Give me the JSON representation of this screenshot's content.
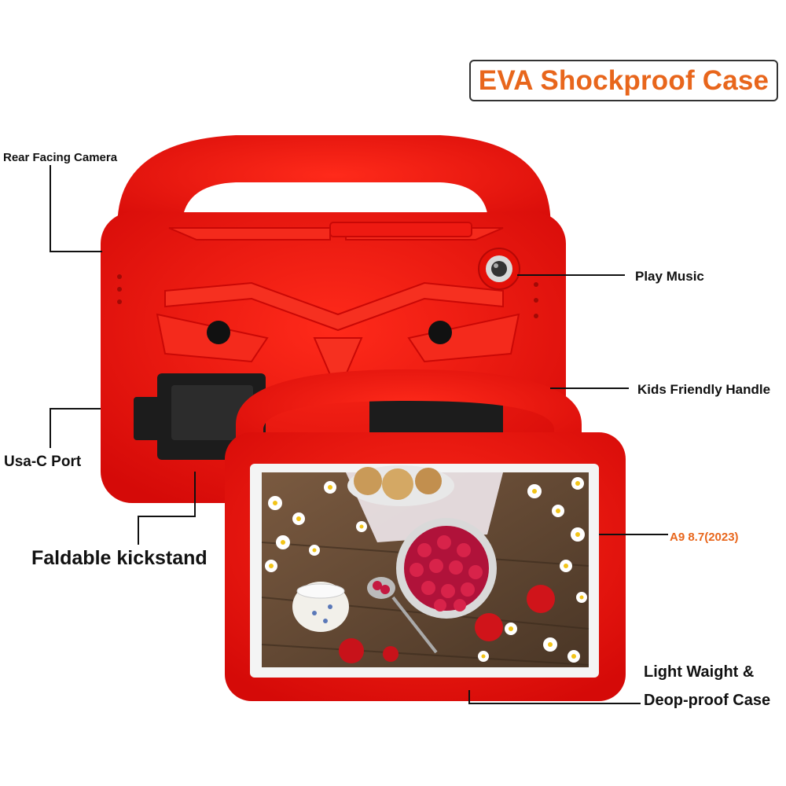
{
  "title": "EVA Shockproof Case",
  "labels": {
    "rear_camera": "Rear Facing Camera",
    "play_music": "Play Music",
    "kids_handle": "Kids Friendly Handle",
    "usb_port": "Usa-C Port",
    "kickstand": "Faldable kickstand",
    "model": "A9 8.7(2023)",
    "light_weight_line1": "Light Waight &",
    "light_weight_line2": "Deop-proof Case"
  },
  "colors": {
    "case_red": "#e8100c",
    "title_orange": "#e8661c",
    "kickstand_black": "#1c1c1c"
  }
}
